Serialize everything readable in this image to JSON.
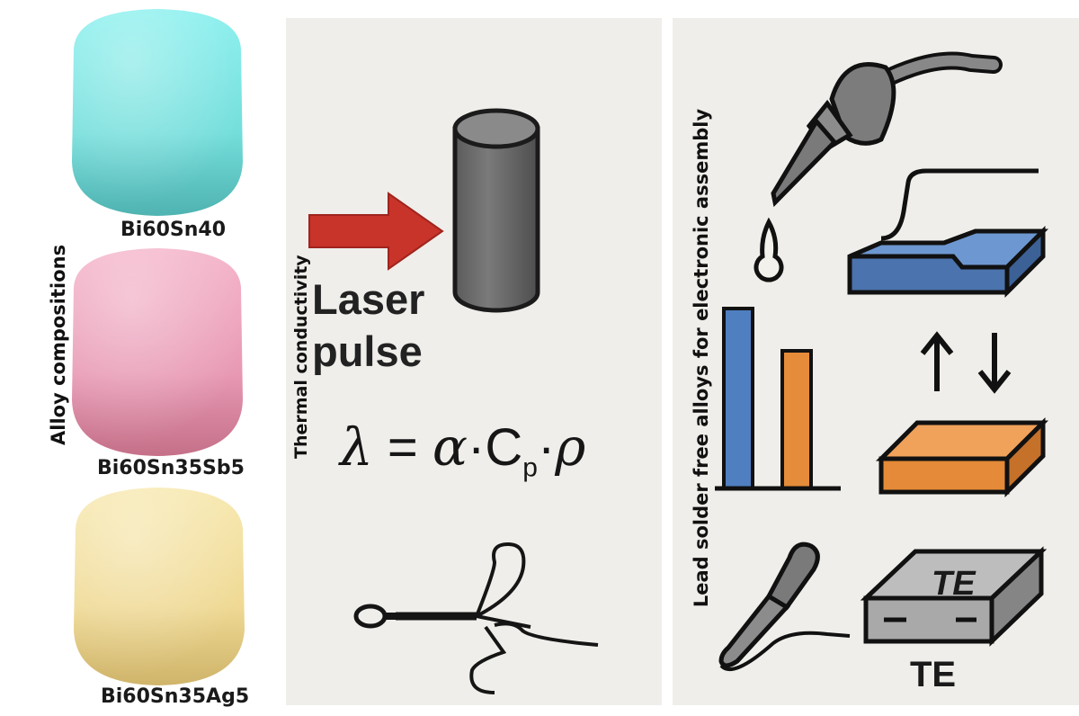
{
  "left": {
    "axis_label": "Alloy compositions",
    "alloys": [
      {
        "label": "Bi60Sn40",
        "color": "#79e3e0",
        "shade": "#4fbdbb"
      },
      {
        "label": "Bi60Sn35Sb5",
        "color": "#ec9fba",
        "shade": "#c9708e"
      },
      {
        "label": "Bi60Sn35Ag5",
        "color": "#f3e19f",
        "shade": "#d6bb6a"
      }
    ]
  },
  "middle": {
    "axis_label": "Thermal conductivity",
    "laser_line1": "Laser",
    "laser_line2": "pulse",
    "formula": {
      "lambda": "λ",
      "eq": " = ",
      "alpha": "α",
      "dot": "·",
      "c": "C",
      "sub": "p",
      "rho": "ρ"
    },
    "arrow_color": "#c8332a",
    "cylinder_color": "#6e6e6e"
  },
  "right": {
    "axis_label": "Lead solder free alloys for electronic assembly",
    "te_top": "TE",
    "te_bottom": "TE",
    "bar_colors": [
      "#4f7fc0",
      "#e58c3a"
    ],
    "plate_blue": "#5b84be",
    "plate_orange": "#e48a38"
  }
}
